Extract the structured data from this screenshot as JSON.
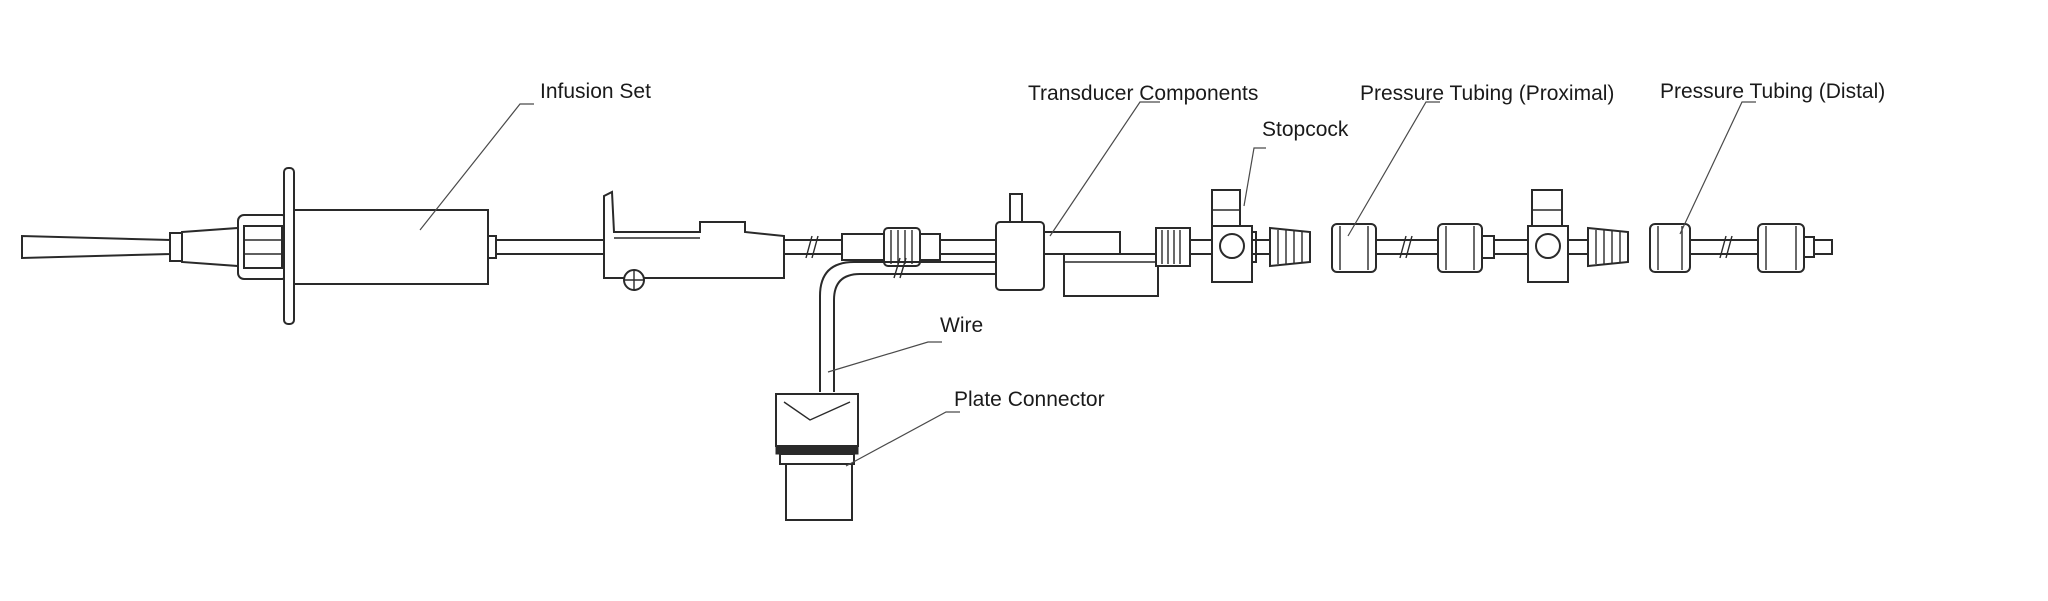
{
  "diagram": {
    "title": "Pressure monitoring transducer kit",
    "labels": {
      "infusion_set": "Infusion Set",
      "transducer_components": "Transducer Components",
      "stopcock": "Stopcock",
      "pressure_tubing_proximal": "Pressure Tubing (Proximal)",
      "pressure_tubing_distal": "Pressure Tubing (Distal)",
      "wire": "Wire",
      "plate_connector": "Plate Connector"
    },
    "colors": {
      "line": "#2a2a2a",
      "background": "#ffffff",
      "text": "#1a1a1a"
    }
  }
}
